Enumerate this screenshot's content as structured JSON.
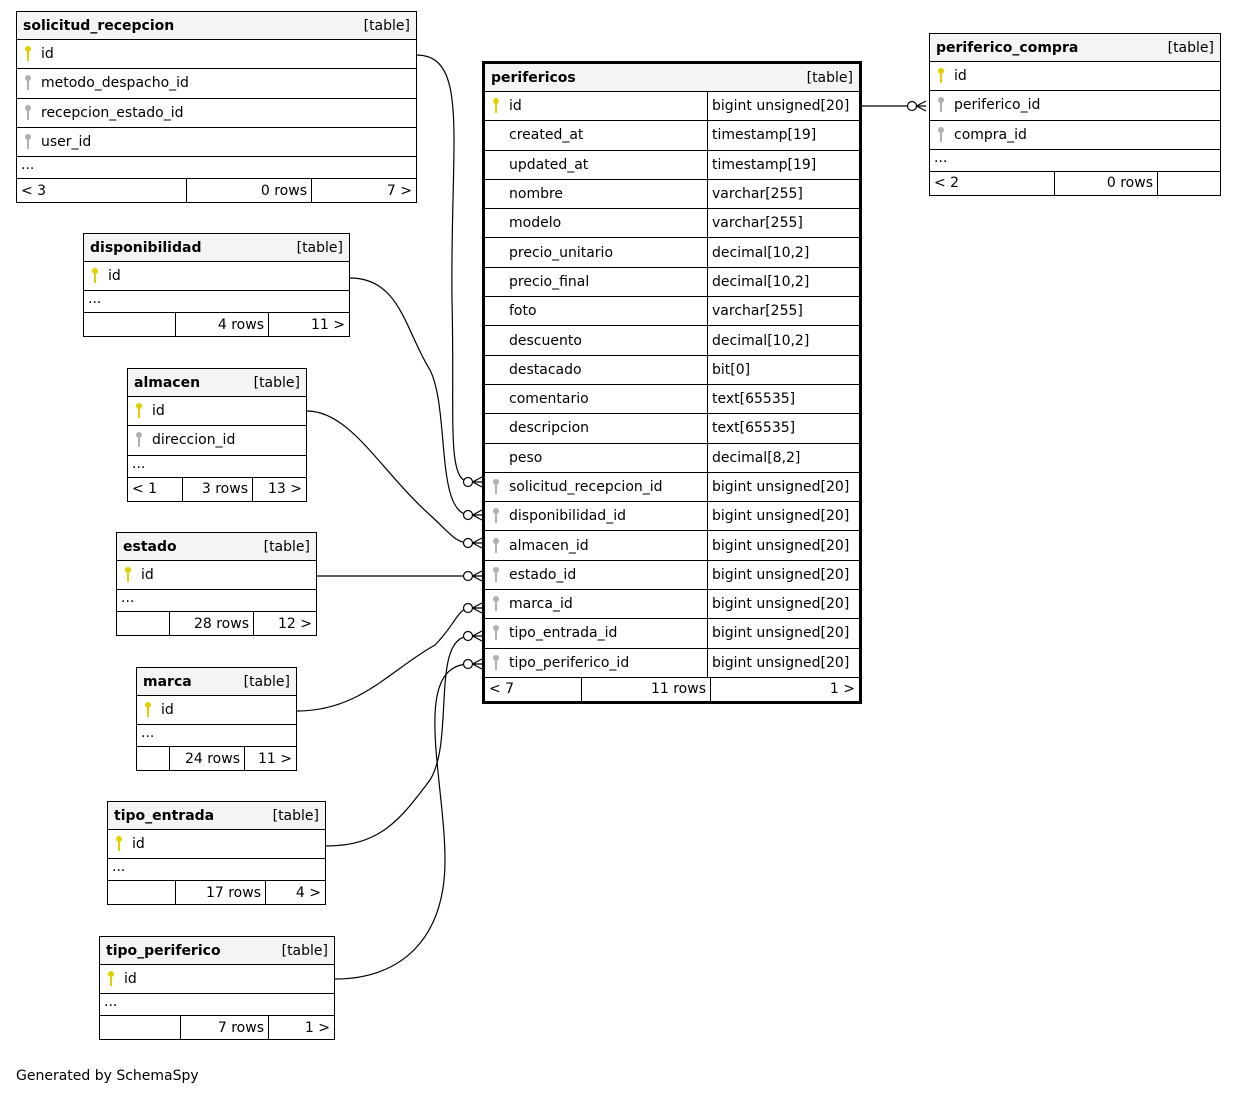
{
  "credit": "Generated by SchemaSpy",
  "colors": {
    "pk_key": "#e0d000",
    "fk_key": "#b0b0b0",
    "header_bg": "#f4f4f4"
  },
  "tables": {
    "solicitud_recepcion": {
      "name": "solicitud_recepcion",
      "kind": "[table]",
      "columns": [
        {
          "name": "id",
          "key": "pk"
        },
        {
          "name": "metodo_despacho_id",
          "key": "fk"
        },
        {
          "name": "recepcion_estado_id",
          "key": "fk"
        },
        {
          "name": "user_id",
          "key": "fk"
        }
      ],
      "more": "...",
      "footer": {
        "parents": "< 3",
        "rows": "0 rows",
        "children": "7 >"
      }
    },
    "disponibilidad": {
      "name": "disponibilidad",
      "kind": "[table]",
      "columns": [
        {
          "name": "id",
          "key": "pk"
        }
      ],
      "more": "...",
      "footer": {
        "parents": "",
        "rows": "4 rows",
        "children": "11 >"
      }
    },
    "almacen": {
      "name": "almacen",
      "kind": "[table]",
      "columns": [
        {
          "name": "id",
          "key": "pk"
        },
        {
          "name": "direccion_id",
          "key": "fk"
        }
      ],
      "more": "...",
      "footer": {
        "parents": "< 1",
        "rows": "3 rows",
        "children": "13 >"
      }
    },
    "estado": {
      "name": "estado",
      "kind": "[table]",
      "columns": [
        {
          "name": "id",
          "key": "pk"
        }
      ],
      "more": "...",
      "footer": {
        "parents": "",
        "rows": "28 rows",
        "children": "12 >"
      }
    },
    "marca": {
      "name": "marca",
      "kind": "[table]",
      "columns": [
        {
          "name": "id",
          "key": "pk"
        }
      ],
      "more": "...",
      "footer": {
        "parents": "",
        "rows": "24 rows",
        "children": "11 >"
      }
    },
    "tipo_entrada": {
      "name": "tipo_entrada",
      "kind": "[table]",
      "columns": [
        {
          "name": "id",
          "key": "pk"
        }
      ],
      "more": "...",
      "footer": {
        "parents": "",
        "rows": "17 rows",
        "children": "4 >"
      }
    },
    "tipo_periferico": {
      "name": "tipo_periferico",
      "kind": "[table]",
      "columns": [
        {
          "name": "id",
          "key": "pk"
        }
      ],
      "more": "...",
      "footer": {
        "parents": "",
        "rows": "7 rows",
        "children": "1 >"
      }
    },
    "perifericos": {
      "name": "perifericos",
      "kind": "[table]",
      "columns": [
        {
          "name": "id",
          "type": "bigint unsigned[20]",
          "key": "pk"
        },
        {
          "name": "created_at",
          "type": "timestamp[19]",
          "key": ""
        },
        {
          "name": "updated_at",
          "type": "timestamp[19]",
          "key": ""
        },
        {
          "name": "nombre",
          "type": "varchar[255]",
          "key": ""
        },
        {
          "name": "modelo",
          "type": "varchar[255]",
          "key": ""
        },
        {
          "name": "precio_unitario",
          "type": "decimal[10,2]",
          "key": ""
        },
        {
          "name": "precio_final",
          "type": "decimal[10,2]",
          "key": ""
        },
        {
          "name": "foto",
          "type": "varchar[255]",
          "key": ""
        },
        {
          "name": "descuento",
          "type": "decimal[10,2]",
          "key": ""
        },
        {
          "name": "destacado",
          "type": "bit[0]",
          "key": ""
        },
        {
          "name": "comentario",
          "type": "text[65535]",
          "key": ""
        },
        {
          "name": "descripcion",
          "type": "text[65535]",
          "key": ""
        },
        {
          "name": "peso",
          "type": "decimal[8,2]",
          "key": ""
        },
        {
          "name": "solicitud_recepcion_id",
          "type": "bigint unsigned[20]",
          "key": "fk"
        },
        {
          "name": "disponibilidad_id",
          "type": "bigint unsigned[20]",
          "key": "fk"
        },
        {
          "name": "almacen_id",
          "type": "bigint unsigned[20]",
          "key": "fk"
        },
        {
          "name": "estado_id",
          "type": "bigint unsigned[20]",
          "key": "fk"
        },
        {
          "name": "marca_id",
          "type": "bigint unsigned[20]",
          "key": "fk"
        },
        {
          "name": "tipo_entrada_id",
          "type": "bigint unsigned[20]",
          "key": "fk"
        },
        {
          "name": "tipo_periferico_id",
          "type": "bigint unsigned[20]",
          "key": "fk"
        }
      ],
      "footer": {
        "parents": "< 7",
        "rows": "11 rows",
        "children": "1 >"
      }
    },
    "periferico_compra": {
      "name": "periferico_compra",
      "kind": "[table]",
      "columns": [
        {
          "name": "id",
          "key": "pk"
        },
        {
          "name": "periferico_id",
          "key": "fk"
        },
        {
          "name": "compra_id",
          "key": "fk"
        }
      ],
      "more": "...",
      "footer": {
        "parents": "< 2",
        "rows": "0 rows",
        "children": ""
      }
    }
  },
  "relationships": [
    {
      "from": "solicitud_recepcion.id",
      "to": "perifericos.solicitud_recepcion_id",
      "cardinality": "zero-or-many"
    },
    {
      "from": "disponibilidad.id",
      "to": "perifericos.disponibilidad_id",
      "cardinality": "zero-or-many"
    },
    {
      "from": "almacen.id",
      "to": "perifericos.almacen_id",
      "cardinality": "zero-or-many"
    },
    {
      "from": "estado.id",
      "to": "perifericos.estado_id",
      "cardinality": "zero-or-many"
    },
    {
      "from": "marca.id",
      "to": "perifericos.marca_id",
      "cardinality": "zero-or-many"
    },
    {
      "from": "tipo_entrada.id",
      "to": "perifericos.tipo_entrada_id",
      "cardinality": "zero-or-many"
    },
    {
      "from": "tipo_periferico.id",
      "to": "perifericos.tipo_periferico_id",
      "cardinality": "zero-or-many"
    },
    {
      "from": "perifericos.id",
      "to": "periferico_compra.periferico_id",
      "cardinality": "zero-or-many"
    }
  ]
}
